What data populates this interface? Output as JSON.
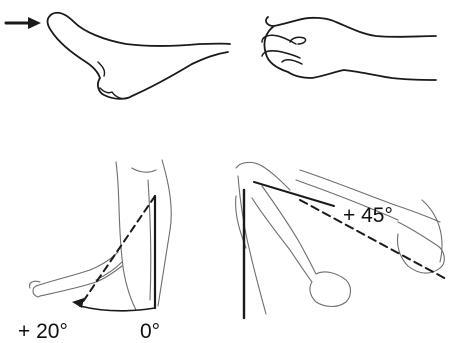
{
  "panels": {
    "hand_side_view": {
      "arrow_icon": "arrow-right-icon"
    },
    "hand_top_view": {},
    "adduction": {
      "label_left": "+ 20°",
      "label_zero": "0°"
    },
    "abduction": {
      "label": "+ 45°"
    }
  },
  "colors": {
    "ink": "#1a1a1a",
    "sketch": "#6e6e6e",
    "background": "#ffffff"
  }
}
